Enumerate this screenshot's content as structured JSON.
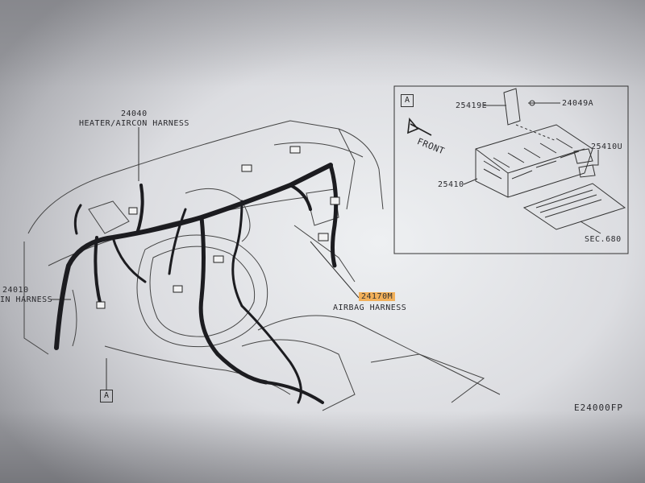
{
  "callouts": {
    "heater_num": "24040",
    "heater_name": "HEATER/AIRCON HARNESS",
    "main_num": "24010",
    "main_name": "IN HARNESS",
    "airbag_num": "24170M",
    "airbag_name": "AIRBAG HARNESS"
  },
  "inset": {
    "marker": "A",
    "front": "FRONT",
    "bracket": "25419E",
    "bolt": "24049A",
    "relay": "25410U",
    "box": "25410",
    "sec": "SEC.680"
  },
  "view_marker": "A",
  "diagram_code": "E24000FP",
  "colors": {
    "highlight": "#f2b05a",
    "ink": "#2a2a2e",
    "paper": "#eef0f2"
  }
}
